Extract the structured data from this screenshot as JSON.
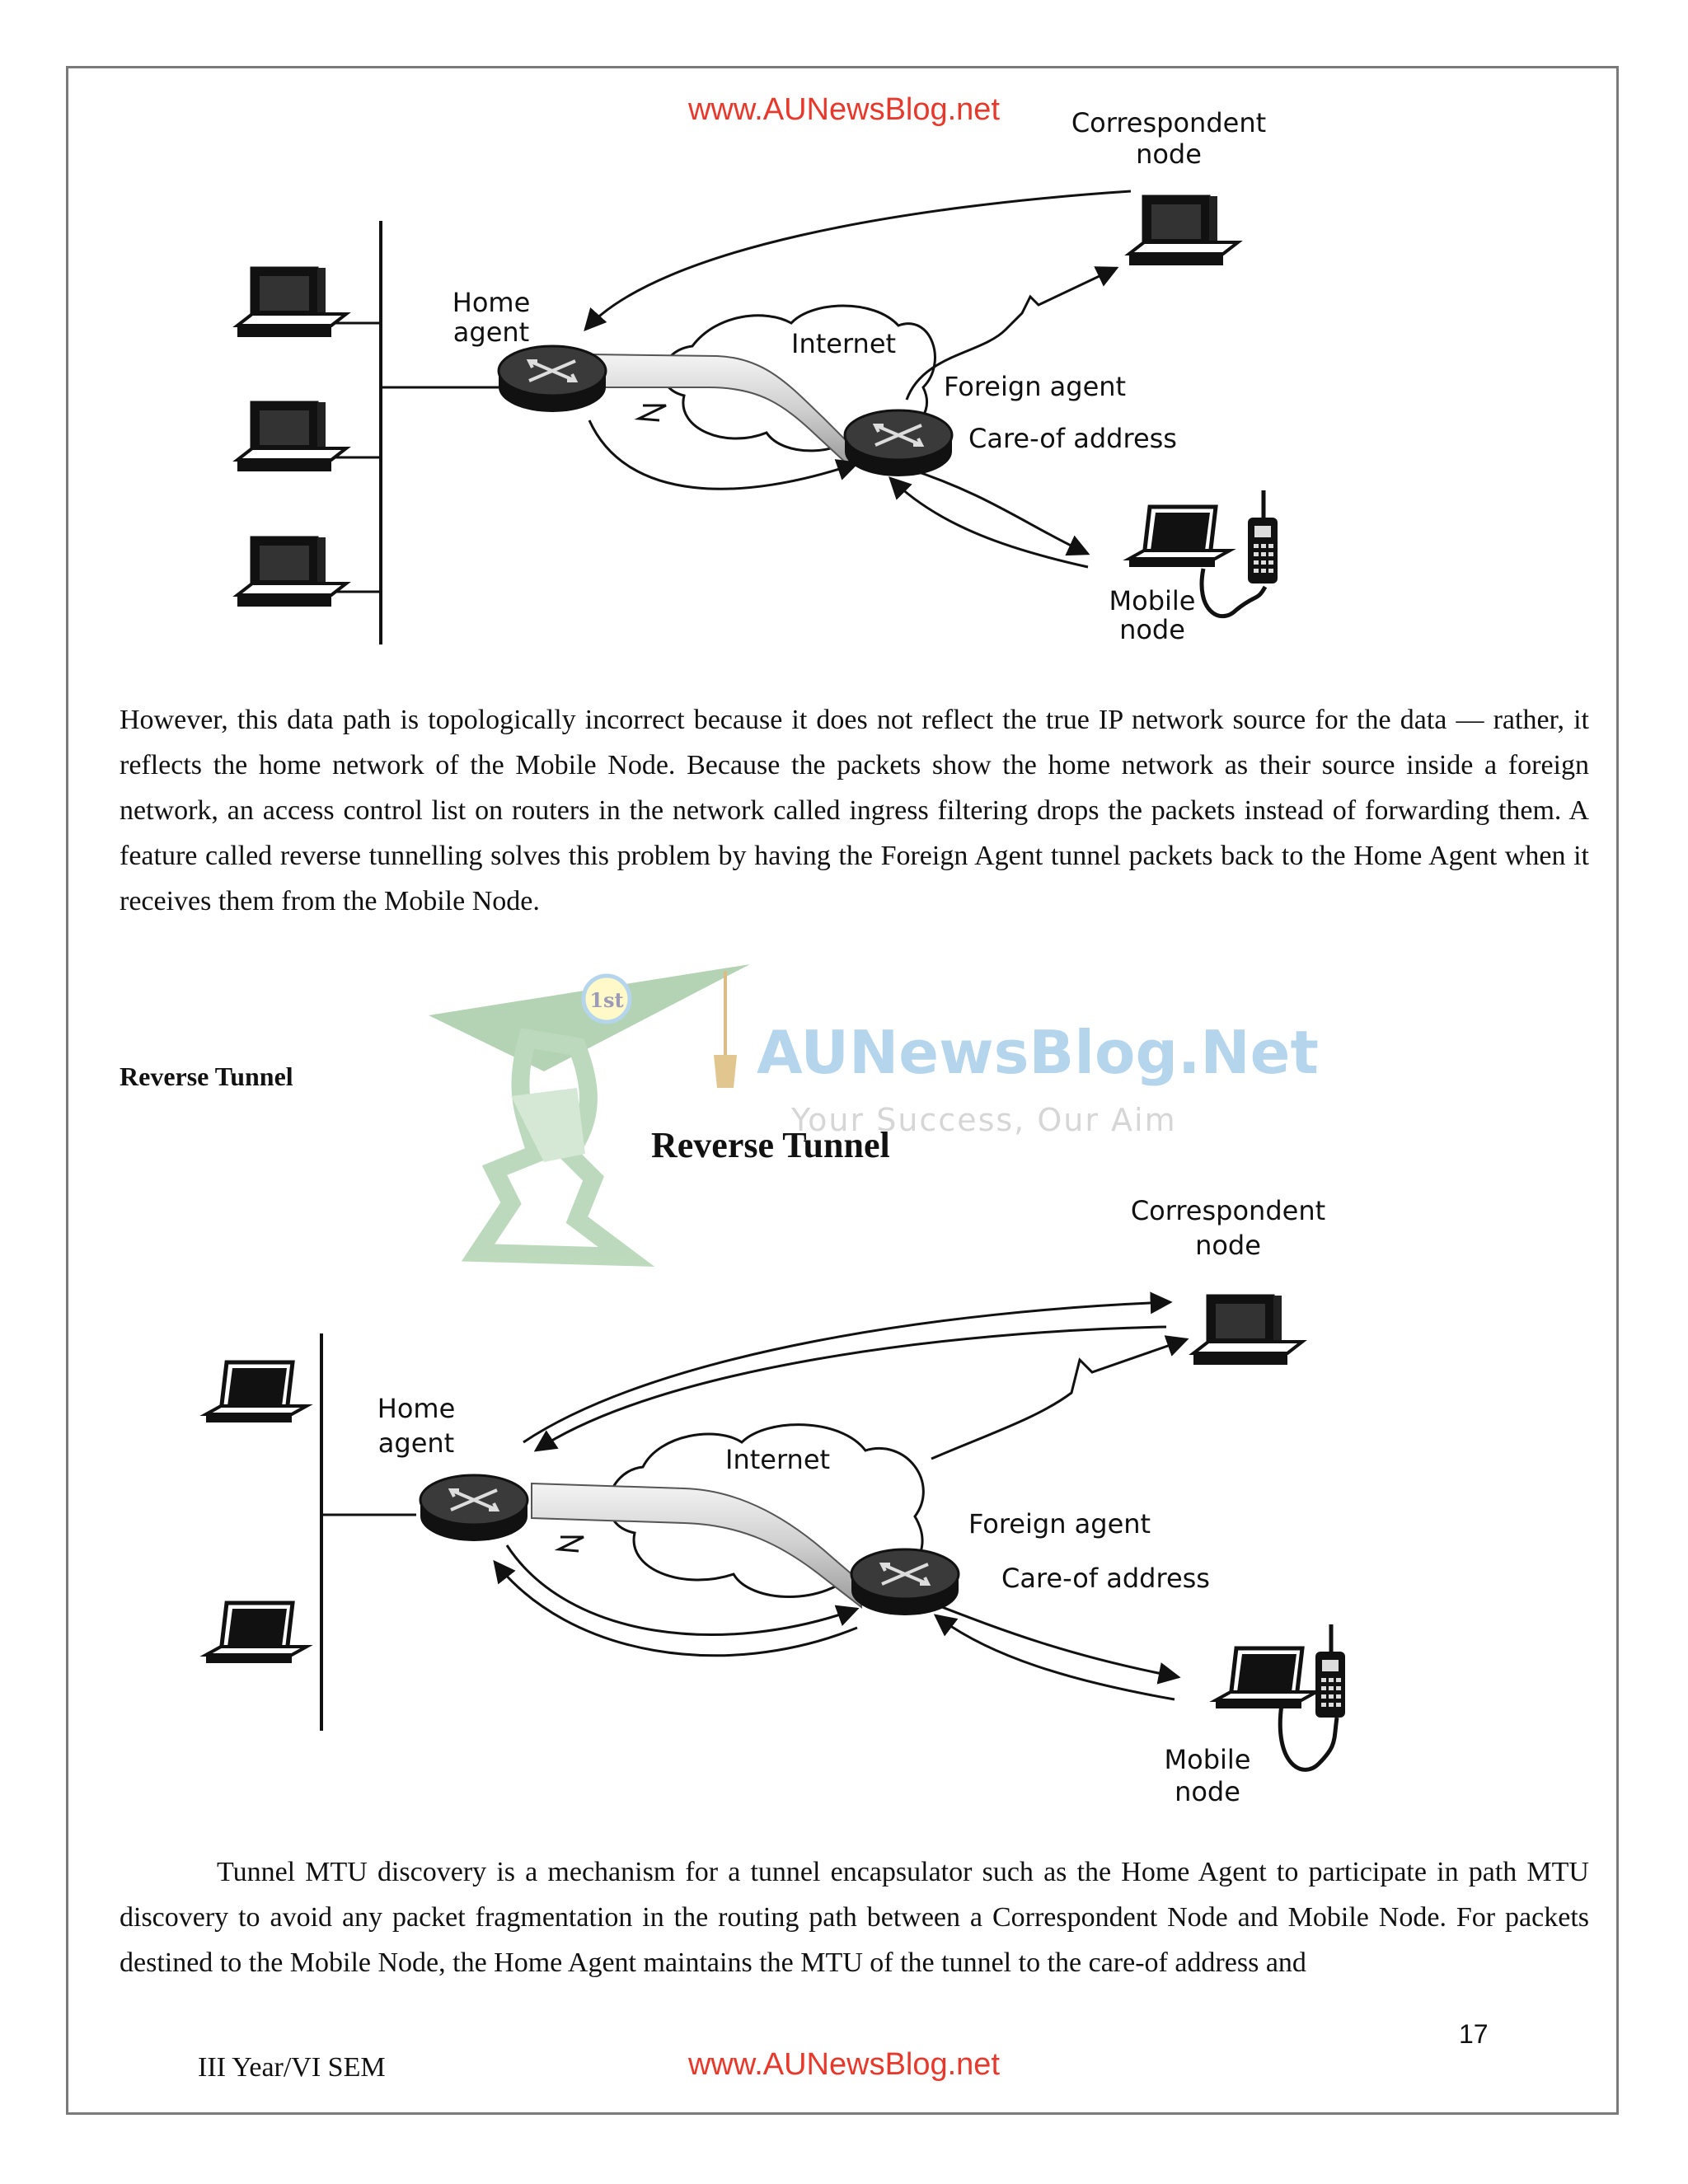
{
  "header": {
    "site_url": "www.AUNewsBlog.net"
  },
  "diagram1": {
    "correspondent_node": [
      "Correspondent",
      "node"
    ],
    "home_agent": [
      "Home",
      "agent"
    ],
    "internet": "Internet",
    "foreign_agent": "Foreign agent",
    "care_of_address": "Care-of address",
    "mobile_node": [
      "Mobile",
      "node"
    ]
  },
  "paragraph1": "However, this data path is topologically incorrect because it does not reflect the true IP network source for the data — rather, it reflects the home network of the Mobile Node. Because the packets show the home network as their source inside a foreign network, an access control list on routers in the network called ingress filtering drops the packets instead of forwarding them. A feature called reverse tunnelling solves this problem by having the Foreign Agent tunnel packets back to the Home Agent when it receives them from the Mobile Node.",
  "watermark": {
    "badge": "1st",
    "brand": "AUNewsBlog.Net",
    "tagline": "Your Success, Our Aim"
  },
  "section_heading": "Reverse Tunnel",
  "diagram2": {
    "title": "Reverse Tunnel",
    "correspondent_node": [
      "Correspondent",
      "node"
    ],
    "home_agent": [
      "Home",
      "agent"
    ],
    "internet": "Internet",
    "foreign_agent": "Foreign agent",
    "care_of_address": "Care-of address",
    "mobile_node": [
      "Mobile",
      "node"
    ]
  },
  "paragraph2": "Tunnel MTU discovery is a mechanism for a tunnel encapsulator such as the Home Agent to participate in path MTU discovery to avoid any packet fragmentation in the routing path between a Correspondent Node and Mobile Node. For packets destined to the Mobile Node, the Home Agent maintains the MTU of the tunnel to the care-of address and",
  "footer": {
    "semester": "III Year/VI SEM",
    "site_url": "www.AUNewsBlog.net",
    "page_number": "17"
  }
}
